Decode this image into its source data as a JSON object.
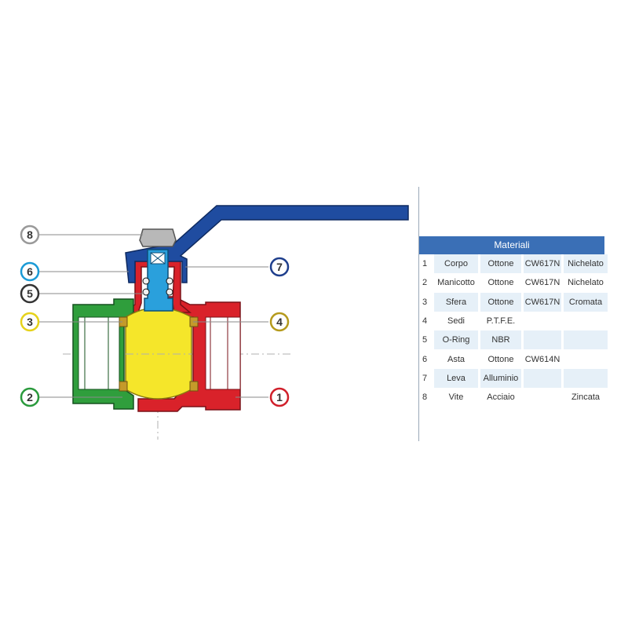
{
  "table": {
    "title": "Materiali",
    "rows": [
      {
        "n": "1",
        "part": "Corpo",
        "material": "Ottone",
        "grade": "CW617N",
        "finish": "Nichelato"
      },
      {
        "n": "2",
        "part": "Manicotto",
        "material": "Ottone",
        "grade": "CW617N",
        "finish": "Nichelato"
      },
      {
        "n": "3",
        "part": "Sfera",
        "material": "Ottone",
        "grade": "CW617N",
        "finish": "Cromata"
      },
      {
        "n": "4",
        "part": "Sedi",
        "material": "P.T.F.E.",
        "grade": "",
        "finish": ""
      },
      {
        "n": "5",
        "part": "O-Ring",
        "material": "NBR",
        "grade": "",
        "finish": ""
      },
      {
        "n": "6",
        "part": "Asta",
        "material": "Ottone",
        "grade": "CW614N",
        "finish": ""
      },
      {
        "n": "7",
        "part": "Leva",
        "material": "Alluminio",
        "grade": "",
        "finish": ""
      },
      {
        "n": "8",
        "part": "Vite",
        "material": "Acciaio",
        "grade": "",
        "finish": "Zincata"
      }
    ]
  },
  "callouts": {
    "c1": {
      "label": "1",
      "color": "#d01f2a"
    },
    "c2": {
      "label": "2",
      "color": "#2a9a3c"
    },
    "c3": {
      "label": "3",
      "color": "#e6d21a"
    },
    "c4": {
      "label": "4",
      "color": "#b59a1c"
    },
    "c5": {
      "label": "5",
      "color": "#333333"
    },
    "c6": {
      "label": "6",
      "color": "#1a9ad6"
    },
    "c7": {
      "label": "7",
      "color": "#1e3e8c"
    },
    "c8": {
      "label": "8",
      "color": "#999999"
    }
  },
  "colors": {
    "body": "#d9222a",
    "sleeve": "#2f9e3c",
    "ball": "#f5e62a",
    "seat": "#c49a2a",
    "stem": "#2aa0dc",
    "lever": "#1f4ca0",
    "nut": "#b8b8b8",
    "header": "#3a6fb6"
  }
}
